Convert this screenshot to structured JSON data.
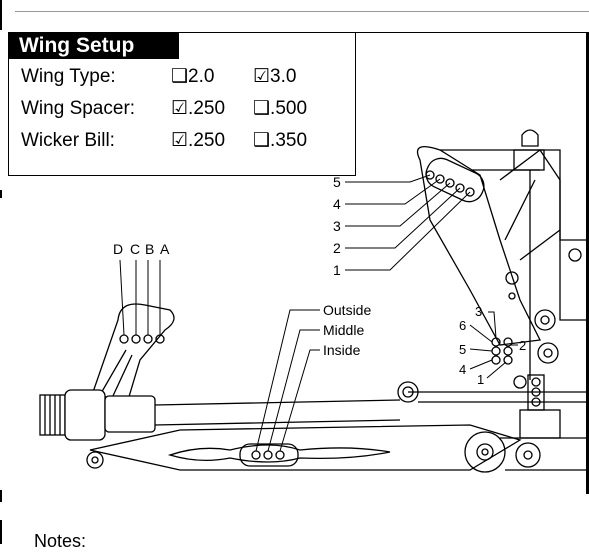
{
  "wing_setup": {
    "title": "Wing Setup",
    "rows": [
      {
        "label": "Wing Type:",
        "options": [
          {
            "mark": "❑",
            "value": "2.0"
          },
          {
            "mark": "☑",
            "value": "3.0"
          }
        ]
      },
      {
        "label": "Wing Spacer:",
        "options": [
          {
            "mark": "☑",
            "value": ".250"
          },
          {
            "mark": "❑",
            "value": ".500"
          }
        ]
      },
      {
        "label": "Wicker Bill:",
        "options": [
          {
            "mark": "☑",
            "value": ".250"
          },
          {
            "mark": "❑",
            "value": ".350"
          }
        ]
      }
    ]
  },
  "diagram": {
    "wing_mount_holes": [
      "5",
      "4",
      "3",
      "2",
      "1"
    ],
    "shock_tower_holes": [
      "D",
      "C",
      "B",
      "A"
    ],
    "arm_positions": [
      "Outside",
      "Middle",
      "Inside"
    ],
    "camber_link_holes": [
      "3",
      "6",
      "5",
      "4",
      "2",
      "1"
    ]
  },
  "notes": {
    "label": "Notes:"
  }
}
